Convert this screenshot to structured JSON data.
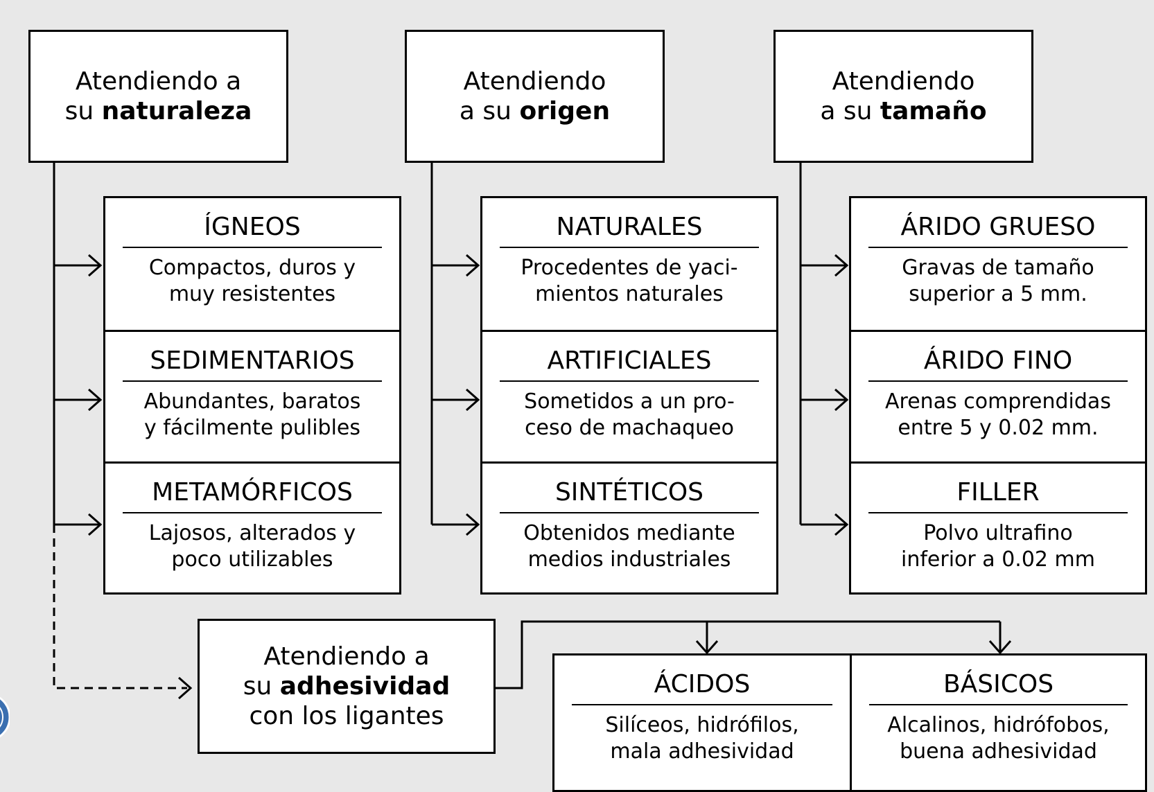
{
  "categories": [
    {
      "heading_line1": "Atendiendo a",
      "heading_line2_prefix": "su ",
      "heading_keyword": "naturaleza",
      "items": [
        {
          "title": "ÍGNEOS",
          "desc_line1": "Compactos, duros y",
          "desc_line2": "muy resistentes"
        },
        {
          "title": "SEDIMENTARIOS",
          "desc_line1": "Abundantes, baratos",
          "desc_line2": "y fácilmente pulibles"
        },
        {
          "title": "METAMÓRFICOS",
          "desc_line1": "Lajosos, alterados y",
          "desc_line2": "poco utilizables"
        }
      ]
    },
    {
      "heading_line1": "Atendiendo",
      "heading_line2_prefix": "a su ",
      "heading_keyword": "origen",
      "items": [
        {
          "title": "NATURALES",
          "desc_line1": "Procedentes de yaci-",
          "desc_line2": "mientos naturales"
        },
        {
          "title": "ARTIFICIALES",
          "desc_line1": "Sometidos a un pro-",
          "desc_line2": "ceso de machaqueo"
        },
        {
          "title": "SINTÉTICOS",
          "desc_line1": "Obtenidos mediante",
          "desc_line2": "medios industriales"
        }
      ]
    },
    {
      "heading_line1": "Atendiendo",
      "heading_line2_prefix": "a su ",
      "heading_keyword": "tamaño",
      "items": [
        {
          "title": "ÁRIDO GRUESO",
          "desc_line1": "Gravas de tamaño",
          "desc_line2": "superior a 5 mm."
        },
        {
          "title": "ÁRIDO FINO",
          "desc_line1": "Arenas comprendidas",
          "desc_line2": "entre 5 y 0.02 mm."
        },
        {
          "title": "FILLER",
          "desc_line1": "Polvo ultrafino",
          "desc_line2": "inferior a 0.02 mm"
        }
      ]
    }
  ],
  "adhesion": {
    "heading_line1": "Atendiendo a",
    "heading_line2_prefix": "su ",
    "heading_keyword": "adhesividad",
    "heading_line3": "con los ligantes",
    "items": [
      {
        "title": "ÁCIDOS",
        "desc_line1": "Silíceos, hidrófilos,",
        "desc_line2": "mala adhesividad"
      },
      {
        "title": "BÁSICOS",
        "desc_line1": "Alcalinos, hidrófobos,",
        "desc_line2": "buena adhesividad"
      }
    ]
  }
}
